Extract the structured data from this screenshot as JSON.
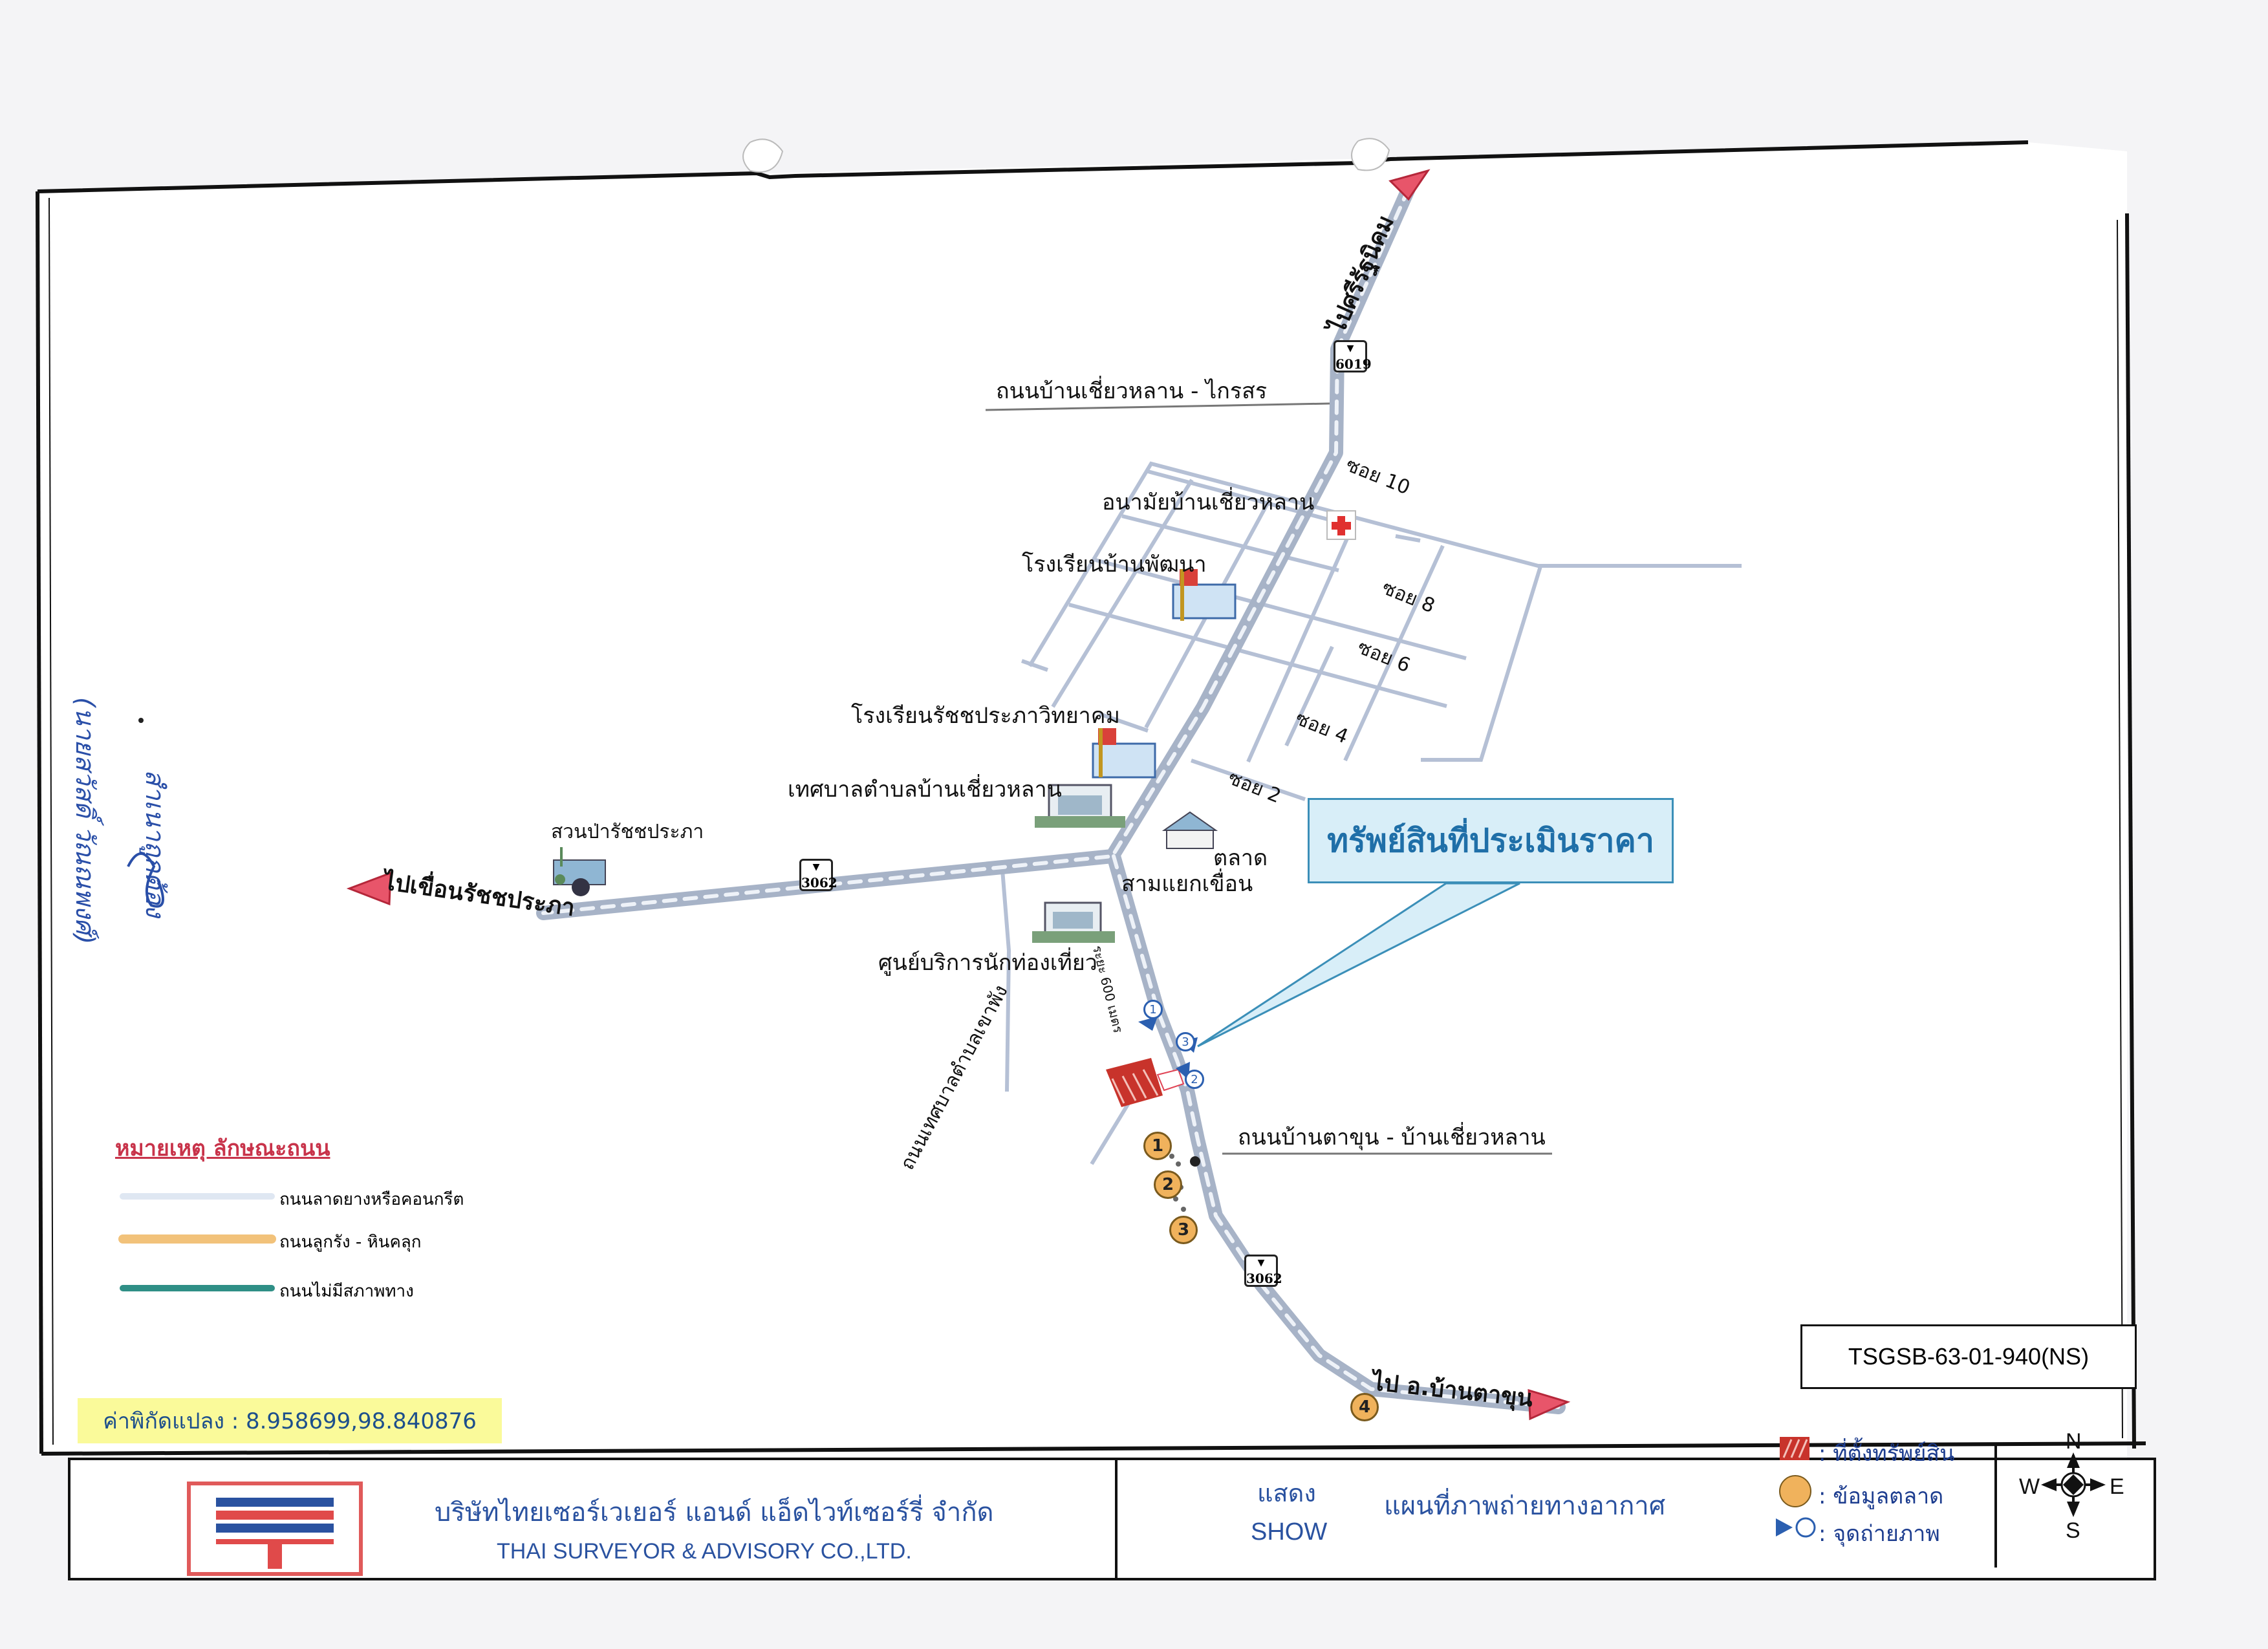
{
  "map": {
    "road_labels": {
      "north_road": "ถนนบ้านเชี่ยวหลาน - ไกรสร",
      "south_road": "ถนนบ้านตาขุน - บ้านเชี่ยวหลาน",
      "municipal_road": "ถนนเทศบาลตำบลเขาพัง",
      "distance_note": "ระยะ 600 เมตร"
    },
    "destinations": {
      "north": "ไปศรีรัฐนิคม",
      "west": "ไปเขื่อนรัชชประภา",
      "southeast": "ไป อ.บ้านตาขุน"
    },
    "route_numbers": {
      "north": "6019",
      "west": "3062",
      "south": "3062"
    },
    "sois": {
      "soi10": "ซอย 10",
      "soi8": "ซอย 8",
      "soi6": "ซอย 6",
      "soi4": "ซอย 4",
      "soi2": "ซอย 2"
    },
    "places": {
      "health_center": "อนามัยบ้านเชี่ยวหลาน",
      "school_pattana": "โรงเรียนบ้านพัฒนา",
      "school_ratchaprapha": "โรงเรียนรัชชประภาวิทยาคม",
      "municipality": "เทศบาลตำบลบ้านเชี่ยวหลาน",
      "park": "สวนป่ารัชชประภา",
      "market_line1": "ตลาด",
      "market_line2": "สามแยกเขื่อน",
      "tourist_center": "ศูนย์บริการนักท่องเที่ยว"
    },
    "subject_label": "ทรัพย์สินที่ประเมินราคา",
    "market_points": [
      "1",
      "2",
      "3",
      "4"
    ],
    "photo_points": [
      "1",
      "2",
      "3"
    ]
  },
  "legend": {
    "title": "หมายเหตุ ลักษณะถนน",
    "items": [
      {
        "label": "ถนนลาดยางหรือคอนกรีต",
        "color": "#dfe7f2"
      },
      {
        "label": "ถนนลูกรัง - หินคลุก",
        "color": "#f2c27a"
      },
      {
        "label": "ถนนไม่มีสภาพทาง",
        "color": "#2f8f86"
      }
    ]
  },
  "coordinates": "ค่าพิกัดแปลง : 8.958699,98.840876",
  "reference": "TSGSB-63-01-940(NS)",
  "handwritten_note": {
    "line1": "สำเนาถูกต้อง",
    "line2": "(นายสวัสดิ์  วัณณพงศ์)"
  },
  "footer": {
    "company_th": "บริษัทไทยเซอร์เวเยอร์ แอนด์ แอ็ดไวท์เซอร์รี่ จำกัด",
    "company_en": "THAI SURVEYOR & ADVISORY CO.,LTD.",
    "show_th": "แสดง",
    "show_en": "SHOW",
    "map_type": "แผนที่ภาพถ่ายทางอากาศ",
    "key": [
      {
        "icon": "subject-site-swatch",
        "label": ": ที่ตั้งทรัพย์สิน"
      },
      {
        "icon": "market-data-swatch",
        "label": ": ข้อมูลตลาด"
      },
      {
        "icon": "photo-point-swatch",
        "label": ": จุดถ่ายภาพ"
      }
    ],
    "compass": {
      "n": "N",
      "s": "S",
      "e": "E",
      "w": "W"
    }
  },
  "colors": {
    "subject": "#c8332b",
    "market": "#f0b25c",
    "road_main": "#a9b6c9",
    "road_minor": "#b8c3d6",
    "brand_blue": "#2a52a0"
  }
}
